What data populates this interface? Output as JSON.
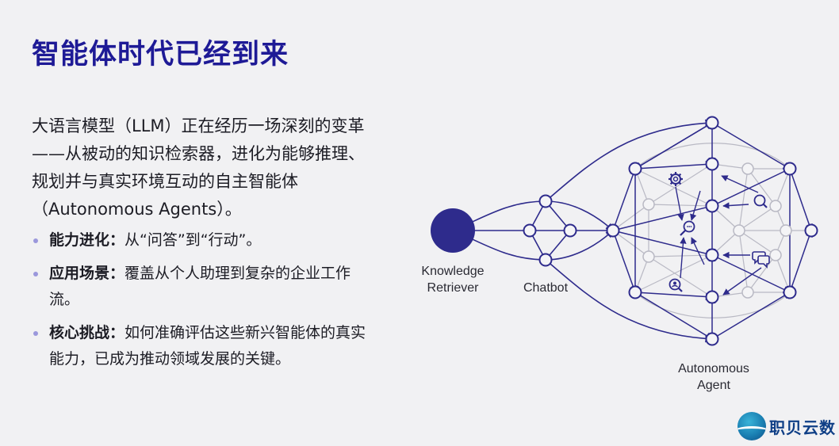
{
  "title": "智能体时代已经到来",
  "intro": "大语言模型（LLM）正在经历一场深刻的变革——从被动的知识检索器，进化为能够推理、规划并与真实环境互动的自主智能体（Autonomous Agents）。",
  "bullets": [
    {
      "label": "能力进化：",
      "text": "从“问答”到“行动”。"
    },
    {
      "label": "应用场景：",
      "text": "覆盖从个人助理到复杂的企业工作流。"
    },
    {
      "label": "核心挑战：",
      "text": "如何准确评估这些新兴智能体的真实能力，已成为推动领域发展的关键。"
    }
  ],
  "diagram": {
    "stages": [
      {
        "label_lines": [
          "Knowledge",
          "Retriever"
        ]
      },
      {
        "label_lines": [
          "Chatbot"
        ]
      },
      {
        "label_lines": [
          "Autonomous",
          "Agent"
        ]
      }
    ],
    "icons": [
      "gear-icon",
      "search-chat-icon",
      "search-user-icon",
      "people-search-icon",
      "chat-icon"
    ],
    "colors": {
      "primary": "#2e2b8c",
      "edge": "#4a47a8",
      "faint": "#b9b9c4",
      "accent": "#1e1a96"
    }
  },
  "logo": {
    "text": "职贝云数"
  }
}
